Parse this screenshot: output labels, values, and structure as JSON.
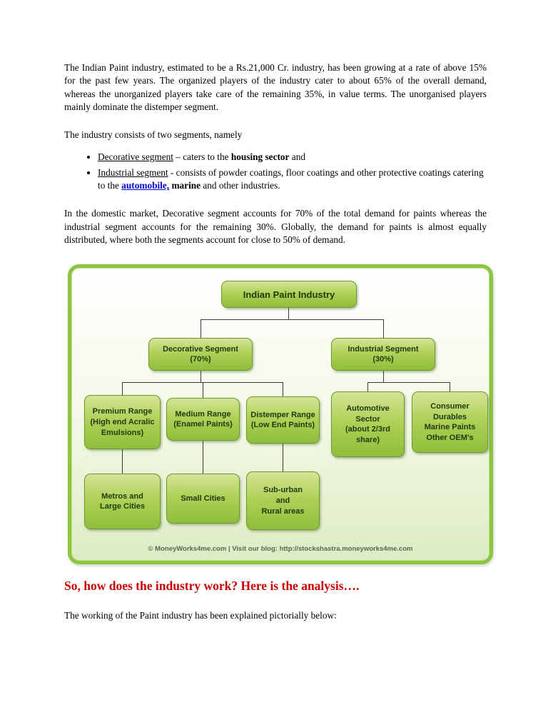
{
  "page": {
    "paragraphs": {
      "intro": "The Indian Paint industry, estimated to be a Rs.21,000 Cr. industry, has been growing at a rate of above 15% for the past few years. The organized players of the industry cater to about 65% of the overall demand, whereas the unorganized players take care of the remaining 35%, in value terms. The unorganised players mainly dominate the distemper segment.",
      "segments_intro": "The industry consists of two segments, namely",
      "domestic": "In the domestic market, Decorative segment accounts for 70% of the total demand for paints whereas the industrial segment accounts for the remaining 30%. Globally, the demand for paints is almost equally distributed, where both the segments account for close to 50% of demand.",
      "closing": "The working of the Paint industry has been explained pictorially below:"
    },
    "heading": "So, how does the industry work? Here is the analysis….",
    "bullets": {
      "decorative": {
        "underlined": "Decorative segment",
        "middle": " – caters to the ",
        "bold": "housing sector",
        "tail": " and"
      },
      "industrial": {
        "underlined": "Industrial segment",
        "middle": " - consists of powder coatings, floor coatings and other protective coatings catering to the ",
        "link": "automobile,",
        "space": " ",
        "bold": "marine",
        "tail": " and other industries."
      }
    }
  },
  "diagram": {
    "nodes": {
      "root": "Indian Paint Industry",
      "decorative": "Decorative Segment\n(70%)",
      "industrial": "Industrial Segment\n(30%)",
      "premium": "Premium Range\n(High end Acralic\nEmulsions)",
      "medium": "Medium Range\n(Enamel Paints)",
      "distemper": "Distemper Range\n(Low End Paints)",
      "automotive": "Automotive\nSector\n(about 2/3rd\nshare)",
      "consumer": "Consumer\nDurables\nMarine Paints\nOther OEM's",
      "metros": "Metros and\nLarge Cities",
      "small_cities": "Small Cities",
      "suburban": "Sub-urban\nand\nRural areas"
    },
    "footer": "© MoneyWorks4me.com | Visit our blog: http://stockshastra.moneyworks4me.com",
    "colors": {
      "frame_border": "#8cc63e",
      "node_gradient_top": "#d5e497",
      "node_gradient_bottom": "#8fbe3b",
      "node_border": "#6b9a2f",
      "node_text": "#1d3a10",
      "connector": "#3a3a3a",
      "heading_red": "#cc0000",
      "link_blue": "#0000cc"
    }
  }
}
